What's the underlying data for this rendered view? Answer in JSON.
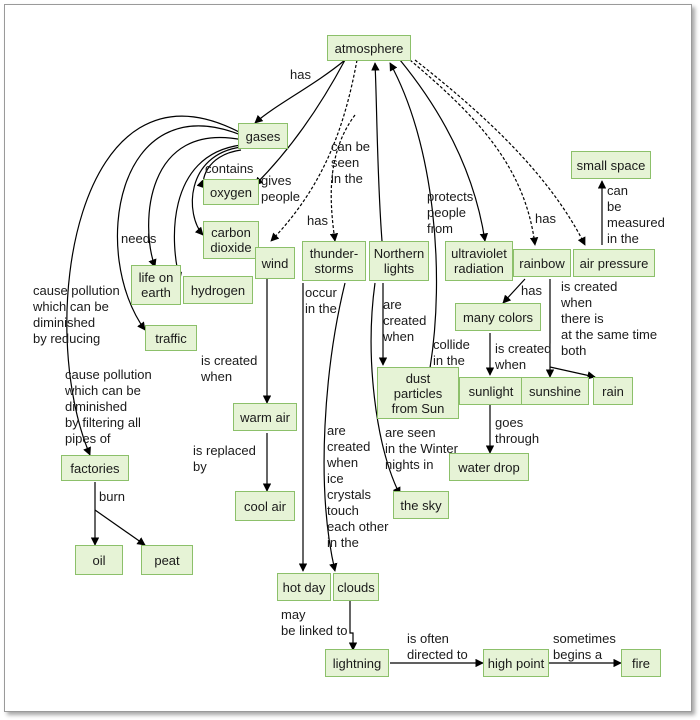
{
  "colors": {
    "node_fill": "#e6f3d6",
    "node_border": "#8cc06a",
    "edge": "#000000"
  },
  "nodes": {
    "atmosphere": "atmosphere",
    "gases": "gases",
    "oxygen": "oxygen",
    "carbon_dioxide": "carbon\ndioxide",
    "hydrogen": "hydrogen",
    "life_on_earth": "life on\nearth",
    "traffic": "traffic",
    "factories": "factories",
    "oil": "oil",
    "peat": "peat",
    "wind": "wind",
    "thunderstorms": "thunder-\nstorms",
    "northern_lights": "Northern\nlights",
    "ultraviolet_radiation": "ultraviolet\nradiation",
    "rainbow": "rainbow",
    "air_pressure": "air pressure",
    "small_space": "small space",
    "many_colors": "many colors",
    "dust_particles": "dust\nparticles\nfrom Sun",
    "sunlight": "sunlight",
    "sunshine": "sunshine",
    "rain": "rain",
    "water_drop": "water drop",
    "warm_air": "warm air",
    "cool_air": "cool air",
    "the_sky": "the sky",
    "hot_day": "hot day",
    "clouds": "clouds",
    "lightning": "lightning",
    "high_point": "high point",
    "fire": "fire"
  },
  "labels": {
    "has_gases": "has",
    "can_be_seen": "can be\nseen\nin the",
    "has_thunder": "has",
    "contains": "contains",
    "gives_people": "gives\npeople",
    "needs": "needs",
    "protects": "protects\npeople\nfrom",
    "has_rainbow": "has",
    "can_be_measured": "can\nbe\nmeasured\nin the",
    "cause_pollution_reducing": "cause pollution\nwhich can be\ndiminished\nby reducing",
    "cause_pollution_filtering": "cause pollution\nwhich can be\ndiminished\nby filtering all\npipes of",
    "occur_in_the": "occur\nin the",
    "are_created_when_dust": "are\ncreated\nwhen",
    "collide_in_the": "collide\nin the",
    "has_colors": "has",
    "is_created_when_pressure": "is created\nwhen\nthere is\nat the same time\nboth",
    "is_created_when_sunlight": "is created\nwhen",
    "goes_through": "goes\nthrough",
    "is_created_when_wind": "is created\nwhen",
    "is_replaced_by": "is replaced\nby",
    "are_seen_winter": "are seen\nin the Winter\nnights in",
    "ice_crystals": "are\ncreated\nwhen\nice\ncrystals\ntouch\neach other\nin the",
    "burn": "burn",
    "may_be_linked_to": "may\nbe linked to",
    "is_often_directed_to": "is often\ndirected to",
    "sometimes_begins_a": "sometimes\nbegins a"
  }
}
